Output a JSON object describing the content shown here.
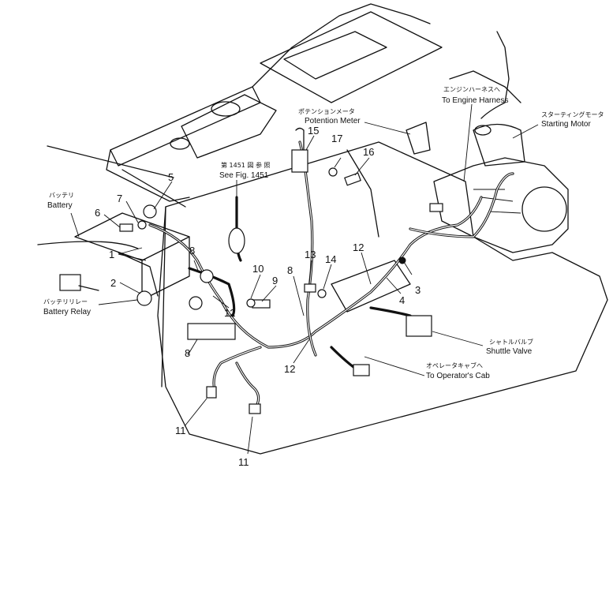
{
  "callouts": {
    "battery_jp": "バッテリ",
    "battery_en": "Battery",
    "battery_relay_jp": "バッテリリレー",
    "battery_relay_en": "Battery Relay",
    "potentiometer_jp": "ポテンションメータ",
    "potentiometer_en": "Potention Meter",
    "see_fig_jp": "第 1451 図 参 照",
    "see_fig_en": "See Fig. 1451",
    "engine_harness_jp": "エンジンハーネスへ",
    "engine_harness_en": "To Engine Harness",
    "starting_motor_jp": "スターティングモータ",
    "starting_motor_en": "Starting Motor",
    "shuttle_valve_jp": "シャトルバルブ",
    "shuttle_valve_en": "Shuttle Valve",
    "operator_cab_jp": "オペレータキャブへ",
    "operator_cab_en": "To Operator's Cab"
  },
  "part_numbers": {
    "n1": "1",
    "n2": "2",
    "n3": "3",
    "n4": "4",
    "n5": "5",
    "n6": "6",
    "n7": "7",
    "n8a": "8",
    "n8b": "8",
    "n8c": "8",
    "n9": "9",
    "n10": "10",
    "n11a": "11",
    "n11b": "11",
    "n12a": "12",
    "n12b": "12",
    "n12c": "12",
    "n13": "13",
    "n14": "14",
    "n15": "15",
    "n16": "16",
    "n17": "17"
  }
}
